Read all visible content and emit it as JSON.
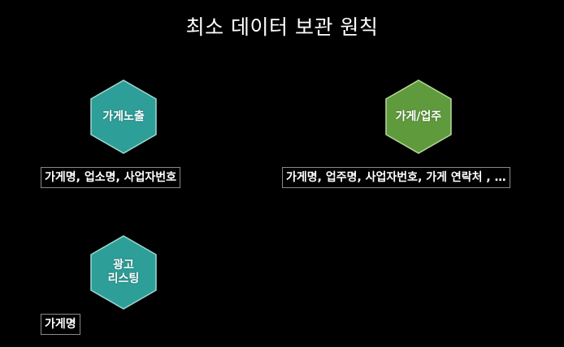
{
  "title": "최소 데이터 보관 원칙",
  "colors": {
    "teal": "#2e9e98",
    "green": "#5f9a3c"
  },
  "nodes": [
    {
      "id": "store-exposure",
      "label_lines": [
        "가게노출"
      ],
      "color": "teal",
      "fields": "가게명, 업소명, 사업자번호"
    },
    {
      "id": "store-owner",
      "label_lines": [
        "가게/업주"
      ],
      "color": "green",
      "fields": "가게명, 업주명, 사업자번호, 가게 연락처 , …"
    },
    {
      "id": "ad-listing",
      "label_lines": [
        "광고",
        "리스팅"
      ],
      "color": "teal",
      "fields": "가게명"
    }
  ]
}
